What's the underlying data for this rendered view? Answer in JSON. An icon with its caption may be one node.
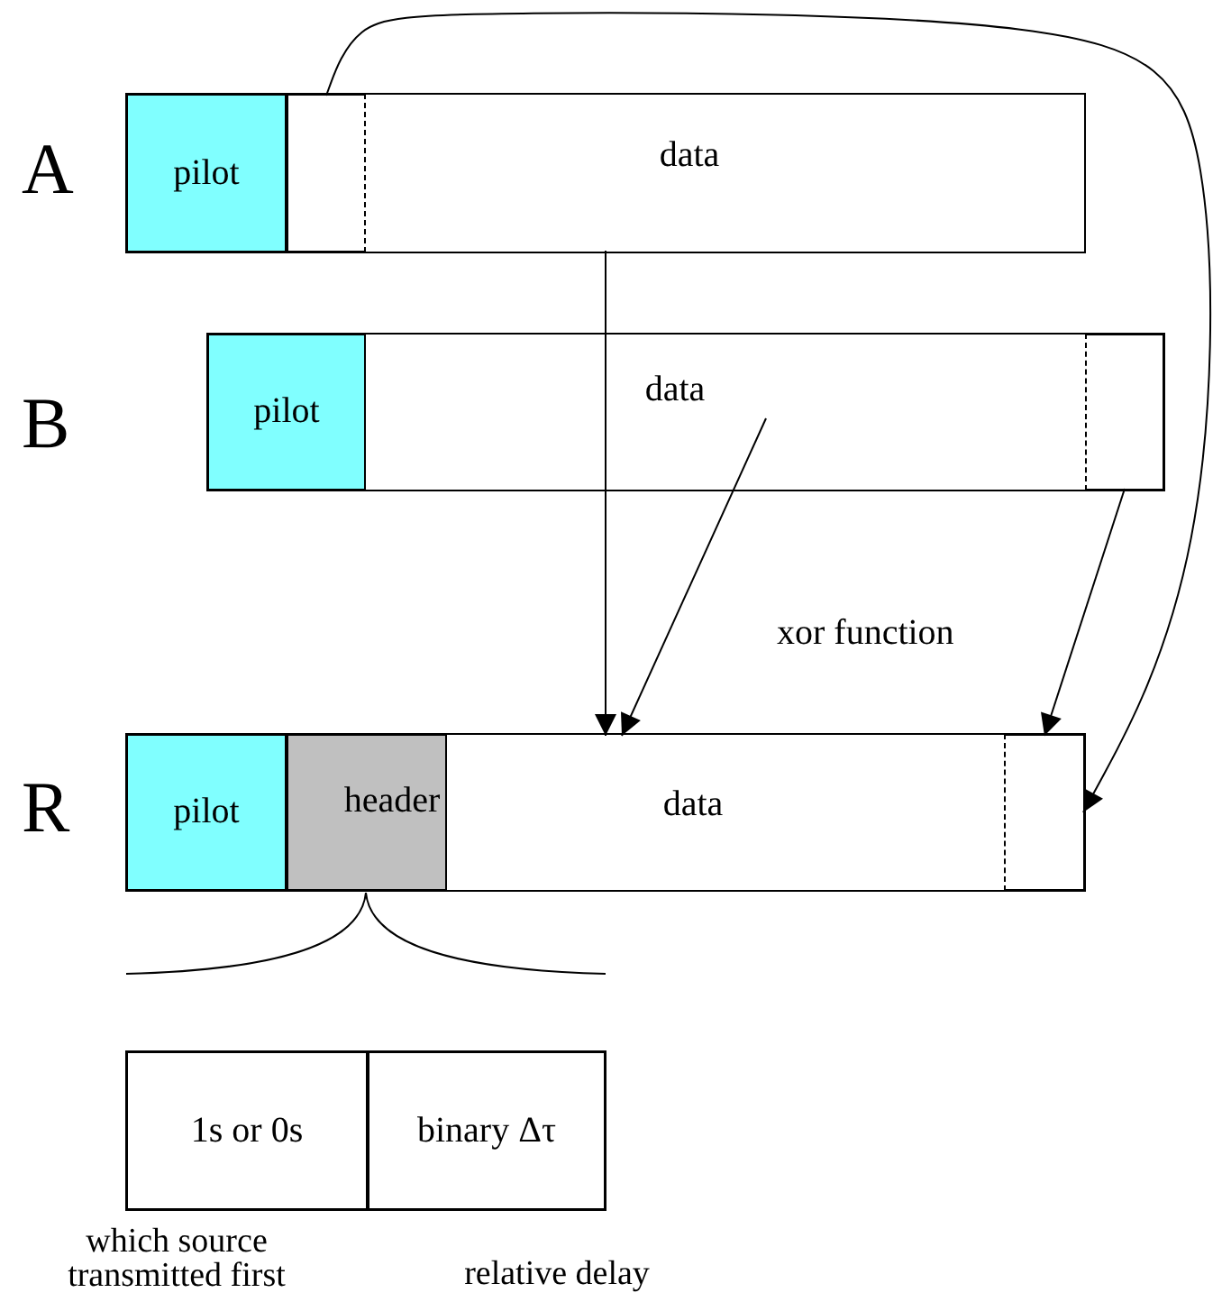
{
  "diagram": {
    "nodes": [
      {
        "text": [
          "pilot"
        ]
      },
      {
        "text": [],
        "shape": "box"
      },
      {
        "text": [
          "data"
        ]
      },
      {
        "text": [
          "pilot"
        ]
      },
      {
        "text": [
          "data"
        ]
      },
      {
        "text": [],
        "shape": "box"
      },
      {
        "text": [
          "pilot"
        ]
      },
      {
        "text": [
          "header"
        ]
      },
      {
        "text": [
          "data"
        ]
      },
      {
        "text": [],
        "shape": "box"
      },
      {
        "text": [
          "1s or 0s"
        ],
        "beside": [
          "which source transmitted first"
        ]
      },
      {
        "text": [
          "binary Δτ"
        ],
        "beside": [
          "relative delay"
        ]
      }
    ],
    "edges": [
      {
        "from": 2,
        "to": 8,
        "arrow": "to"
      },
      {
        "from": 4,
        "to": 8,
        "arrow": "to"
      },
      {
        "from": 5,
        "to": 9,
        "arrow": "to"
      },
      {
        "from": 1,
        "to": 9,
        "arrow": "to"
      }
    ],
    "labels": [
      "A",
      "B",
      "R",
      "xor function"
    ]
  }
}
